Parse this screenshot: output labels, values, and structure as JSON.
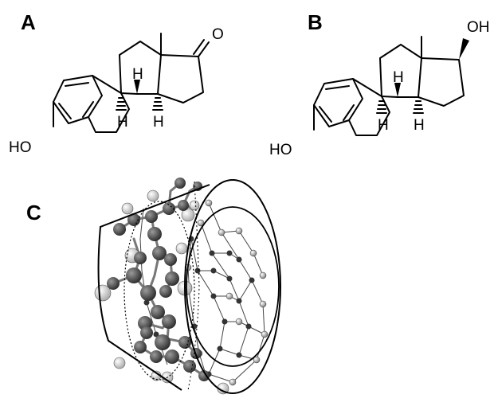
{
  "panels": {
    "a": {
      "letter": "A",
      "labels": {
        "oxygen": "O",
        "hydroxyl": "HO",
        "h8": "H",
        "h9": "H",
        "h14": "H"
      }
    },
    "b": {
      "letter": "B",
      "labels": {
        "hydroxyl17": "OH",
        "hydroxyl3": "HO",
        "h8": "H",
        "h9": "H",
        "h14": "H"
      }
    },
    "c": {
      "letter": "C"
    }
  },
  "colors": {
    "line": "#000000",
    "carbon_atom": "#444444",
    "hydrogen_atom": "#dddddd"
  }
}
